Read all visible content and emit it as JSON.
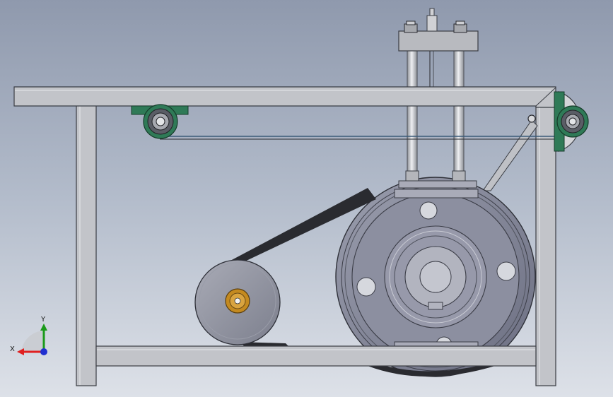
{
  "triad": {
    "x_label": "X",
    "y_label": "Y",
    "x_color": "#e02020",
    "y_color": "#1a9a1a",
    "z_color": "#2030d0"
  },
  "colors": {
    "frame_fill": "#c2c4c9",
    "frame_edge": "#3a3d44",
    "flywheel_fill": "#85889a",
    "belt": "#2a2b30",
    "bearing_green": "#2f7a57",
    "shaft_brass": "#c48a20"
  },
  "components": [
    "frame-top-beam",
    "frame-bottom-beam",
    "frame-left-leg",
    "frame-right-leg",
    "motor-pulley",
    "large-flywheel",
    "drive-belt",
    "pillow-block-bearing-left",
    "pillow-block-bearing-right",
    "guide-rods",
    "top-clamp-block",
    "diagonal-brace",
    "return-cable"
  ]
}
